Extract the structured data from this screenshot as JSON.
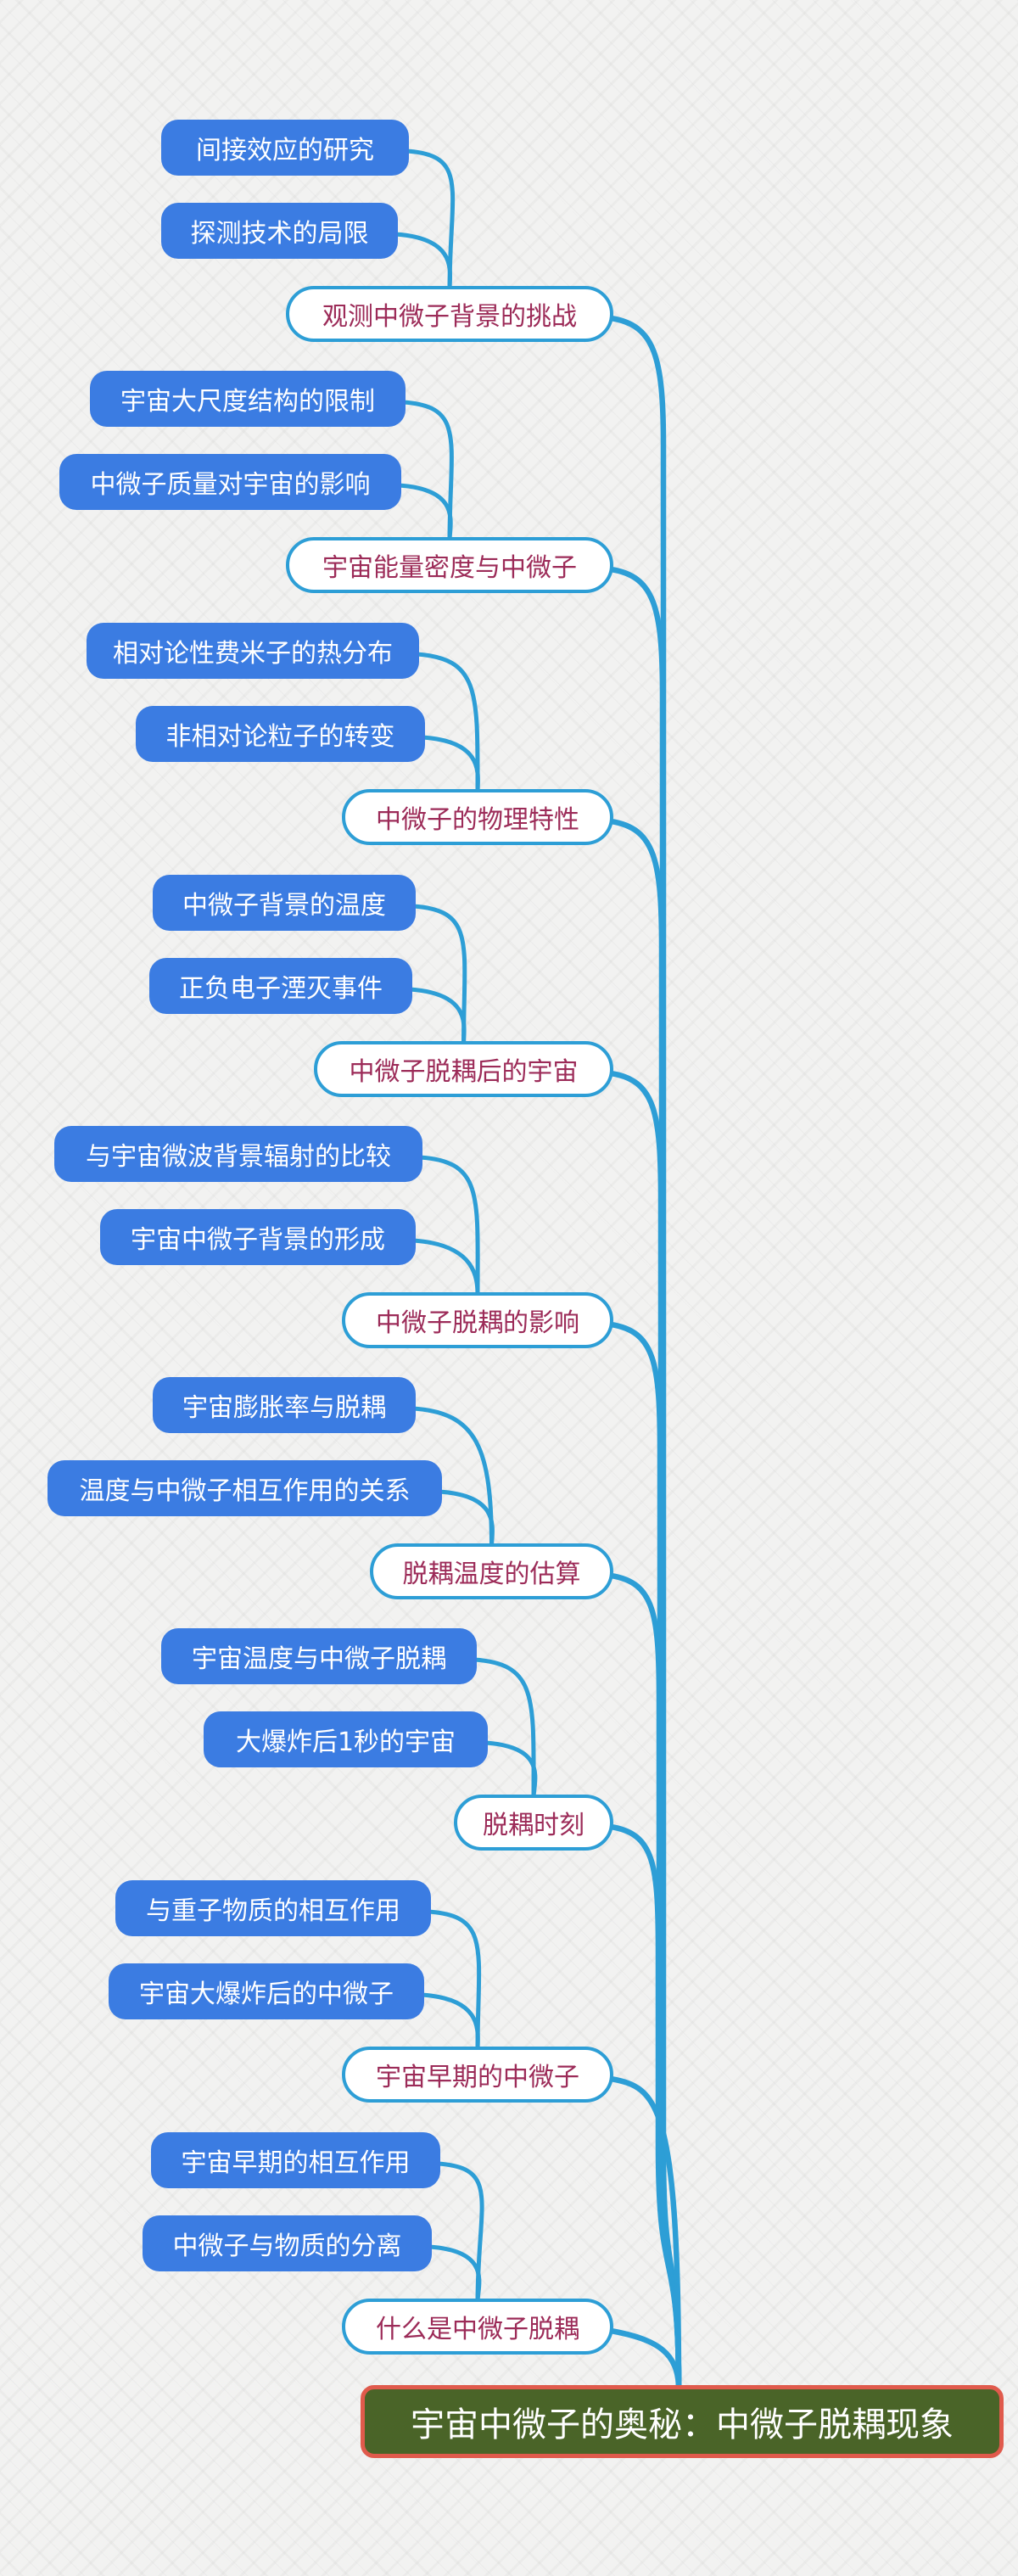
{
  "colors": {
    "background": "#f2f2f1",
    "child_fill": "#3b7ce2",
    "child_text": "#ffffff",
    "branch_fill": "#ffffff",
    "branch_border": "#2d9ed6",
    "branch_text": "#9c2b58",
    "connector": "#2d9ed6",
    "root_fill": "#4a6428",
    "root_border": "#e05a4c",
    "root_text": "#ffffff"
  },
  "root": {
    "label": "宇宙中微子的奥秘：中微子脱耦现象"
  },
  "branches": [
    {
      "label": "观测中微子背景的挑战",
      "children": [
        "间接效应的研究",
        "探测技术的局限"
      ]
    },
    {
      "label": "宇宙能量密度与中微子",
      "children": [
        "宇宙大尺度结构的限制",
        "中微子质量对宇宙的影响"
      ]
    },
    {
      "label": "中微子的物理特性",
      "children": [
        "相对论性费米子的热分布",
        "非相对论粒子的转变"
      ]
    },
    {
      "label": "中微子脱耦后的宇宙",
      "children": [
        "中微子背景的温度",
        "正负电子湮灭事件"
      ]
    },
    {
      "label": "中微子脱耦的影响",
      "children": [
        "与宇宙微波背景辐射的比较",
        "宇宙中微子背景的形成"
      ]
    },
    {
      "label": "脱耦温度的估算",
      "children": [
        "宇宙膨胀率与脱耦",
        "温度与中微子相互作用的关系"
      ]
    },
    {
      "label": "脱耦时刻",
      "children": [
        "宇宙温度与中微子脱耦",
        "大爆炸后1秒的宇宙"
      ]
    },
    {
      "label": "宇宙早期的中微子",
      "children": [
        "与重子物质的相互作用",
        "宇宙大爆炸后的中微子"
      ]
    },
    {
      "label": "什么是中微子脱耦",
      "children": [
        "宇宙早期的相互作用",
        "中微子与物质的分离"
      ]
    }
  ]
}
